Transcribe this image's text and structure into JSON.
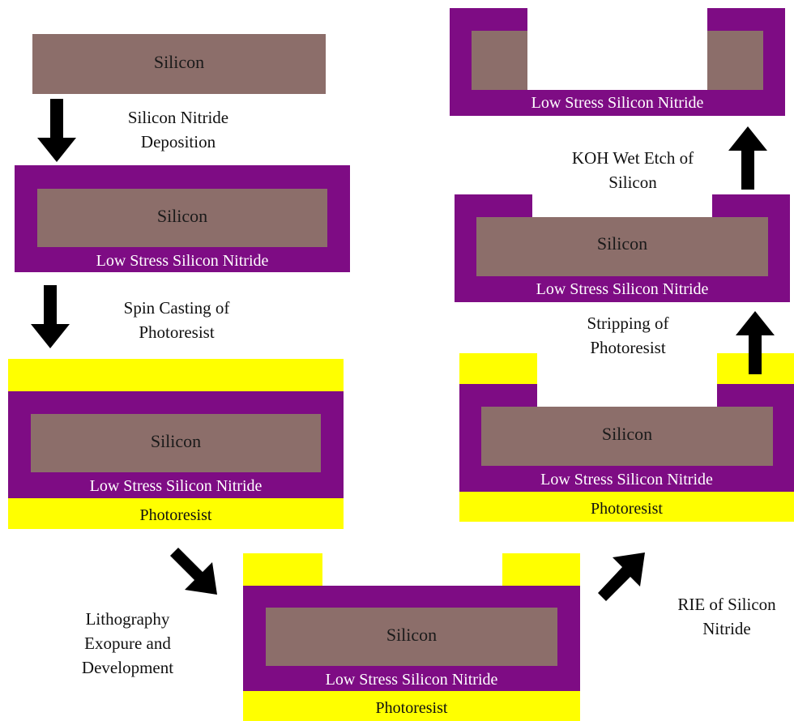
{
  "colors": {
    "silicon": "#8c6e6a",
    "nitride": "#7e0c84",
    "photoresist": "#ffff00",
    "arrow": "#000000"
  },
  "layers": {
    "silicon": "Silicon",
    "nitride": "Low Stress Silicon Nitride",
    "photoresist": "Photoresist"
  },
  "steps": {
    "deposition": "Silicon Nitride\nDeposition",
    "spin_casting": "Spin Casting of\nPhotoresist",
    "lithography": "Lithography\nExopure and\nDevelopment",
    "rie": "RIE of Silicon\nNitride",
    "stripping": "Stripping of\nPhotoresist",
    "koh": "KOH Wet Etch of\nSilicon"
  }
}
